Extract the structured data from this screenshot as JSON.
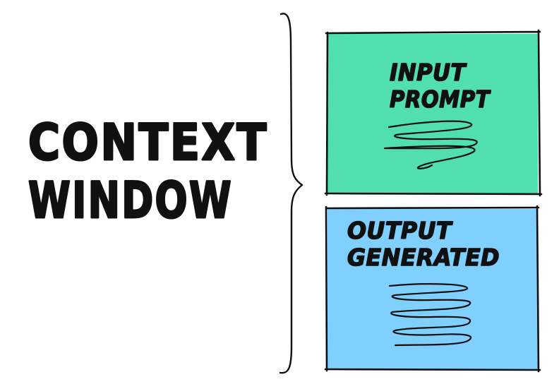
{
  "title": {
    "line1": "CONTEXT",
    "line2": "WINDOW"
  },
  "boxes": {
    "input": {
      "line1": "INPUT",
      "line2": "PROMPT",
      "fill": "#52DFB0"
    },
    "output": {
      "line1": "OUTPUT",
      "line2": "GENERATED",
      "fill": "#80D0FF"
    }
  },
  "colors": {
    "ink": "#111111",
    "background": "#FFFFFF"
  }
}
